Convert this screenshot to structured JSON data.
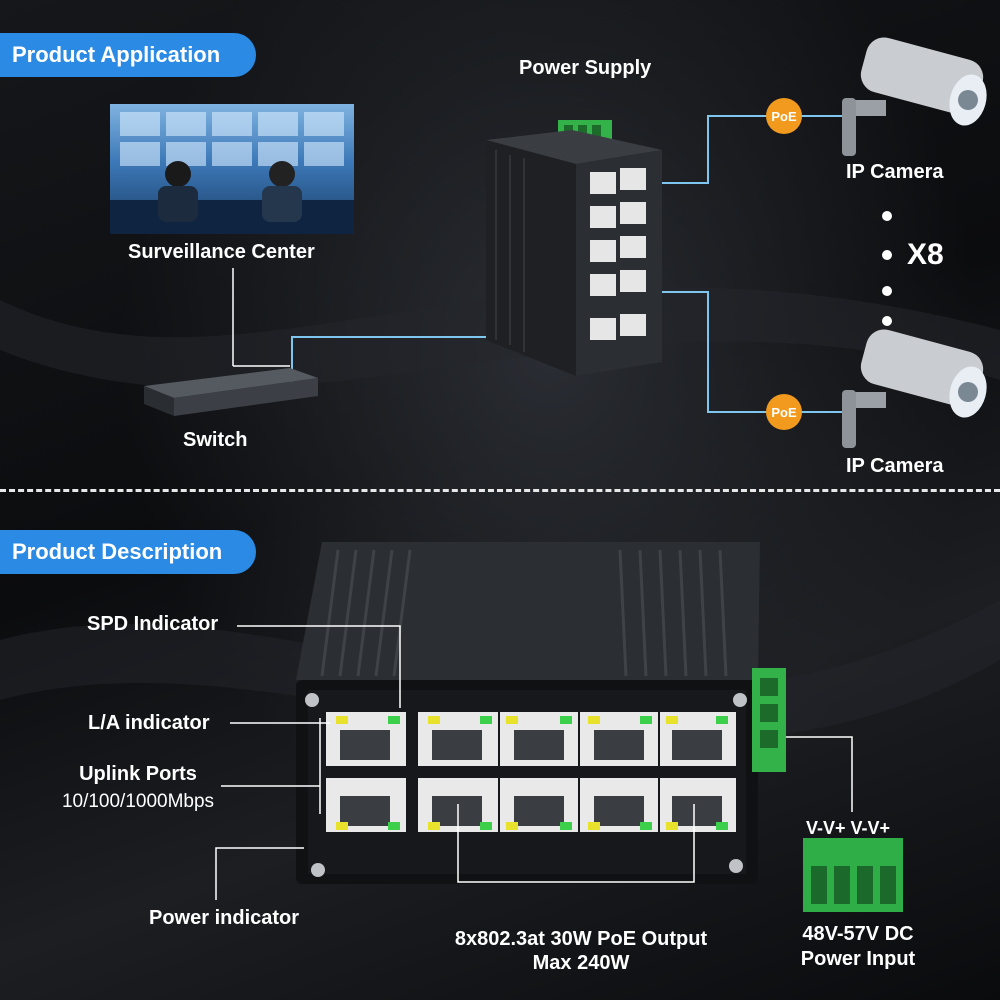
{
  "section_application": "Product Application",
  "section_description": "Product Description",
  "labels": {
    "surveillance_center": "Surveillance Center",
    "switch": "Switch",
    "power_supply": "Power Supply",
    "ip_camera": "IP Camera",
    "count": "X8",
    "poe": "PoE"
  },
  "description": {
    "spd_indicator": "SPD Indicator",
    "la_indicator": "L/A indicator",
    "uplink_ports": "Uplink Ports",
    "uplink_speed": "10/100/1000Mbps",
    "power_indicator": "Power indicator",
    "poe_output": "8x802.3at 30W PoE Output",
    "poe_max": "Max 240W",
    "terminal_pins": "V-V+ V-V+",
    "power_input_voltage": "48V-57V DC",
    "power_input": "Power Input"
  },
  "colors": {
    "heading_accent": "#2b8ae3",
    "poe_badge": "#f29a1e",
    "link_line": "#7ec6ee",
    "terminal_green": "#2fae47"
  }
}
